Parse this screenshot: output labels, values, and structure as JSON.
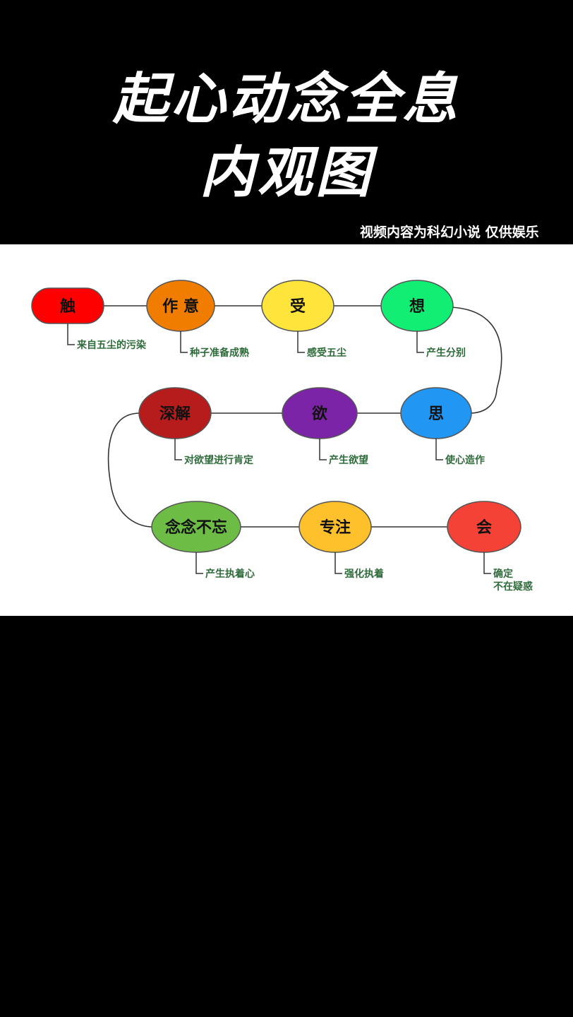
{
  "header": {
    "title_line1": "起心动念全息",
    "title_line2": "内观图",
    "disclaimer": "视频内容为科幻小说 仅供娱乐"
  },
  "diagram": {
    "nodes": [
      {
        "id": "chu",
        "label": "触",
        "color": "#ff0000",
        "note": [
          "来自五尘的污染"
        ]
      },
      {
        "id": "zuoyi",
        "label": "作 意",
        "color": "#f07d00",
        "note": [
          "种子准备成熟"
        ]
      },
      {
        "id": "shou",
        "label": "受",
        "color": "#ffe53b",
        "note": [
          "感受五尘"
        ]
      },
      {
        "id": "xiang",
        "label": "想",
        "color": "#12ee74",
        "note": [
          "产生分别"
        ]
      },
      {
        "id": "si",
        "label": "思",
        "color": "#2196f3",
        "note": [
          "使心造作"
        ]
      },
      {
        "id": "yu",
        "label": "欲",
        "color": "#7b24a8",
        "note": [
          "产生欲望"
        ]
      },
      {
        "id": "shenjie",
        "label": "深解",
        "color": "#b71c1c",
        "note": [
          "对欲望进行肯定"
        ]
      },
      {
        "id": "niannian",
        "label": "念念不忘",
        "color": "#6cbc45",
        "note": [
          "产生执着心"
        ]
      },
      {
        "id": "zhuanzhu",
        "label": "专注",
        "color": "#ffc12b",
        "note": [
          "强化执着"
        ]
      },
      {
        "id": "hui",
        "label": "会",
        "color": "#f44336",
        "note": [
          "确定",
          "不在疑惑"
        ]
      }
    ]
  }
}
